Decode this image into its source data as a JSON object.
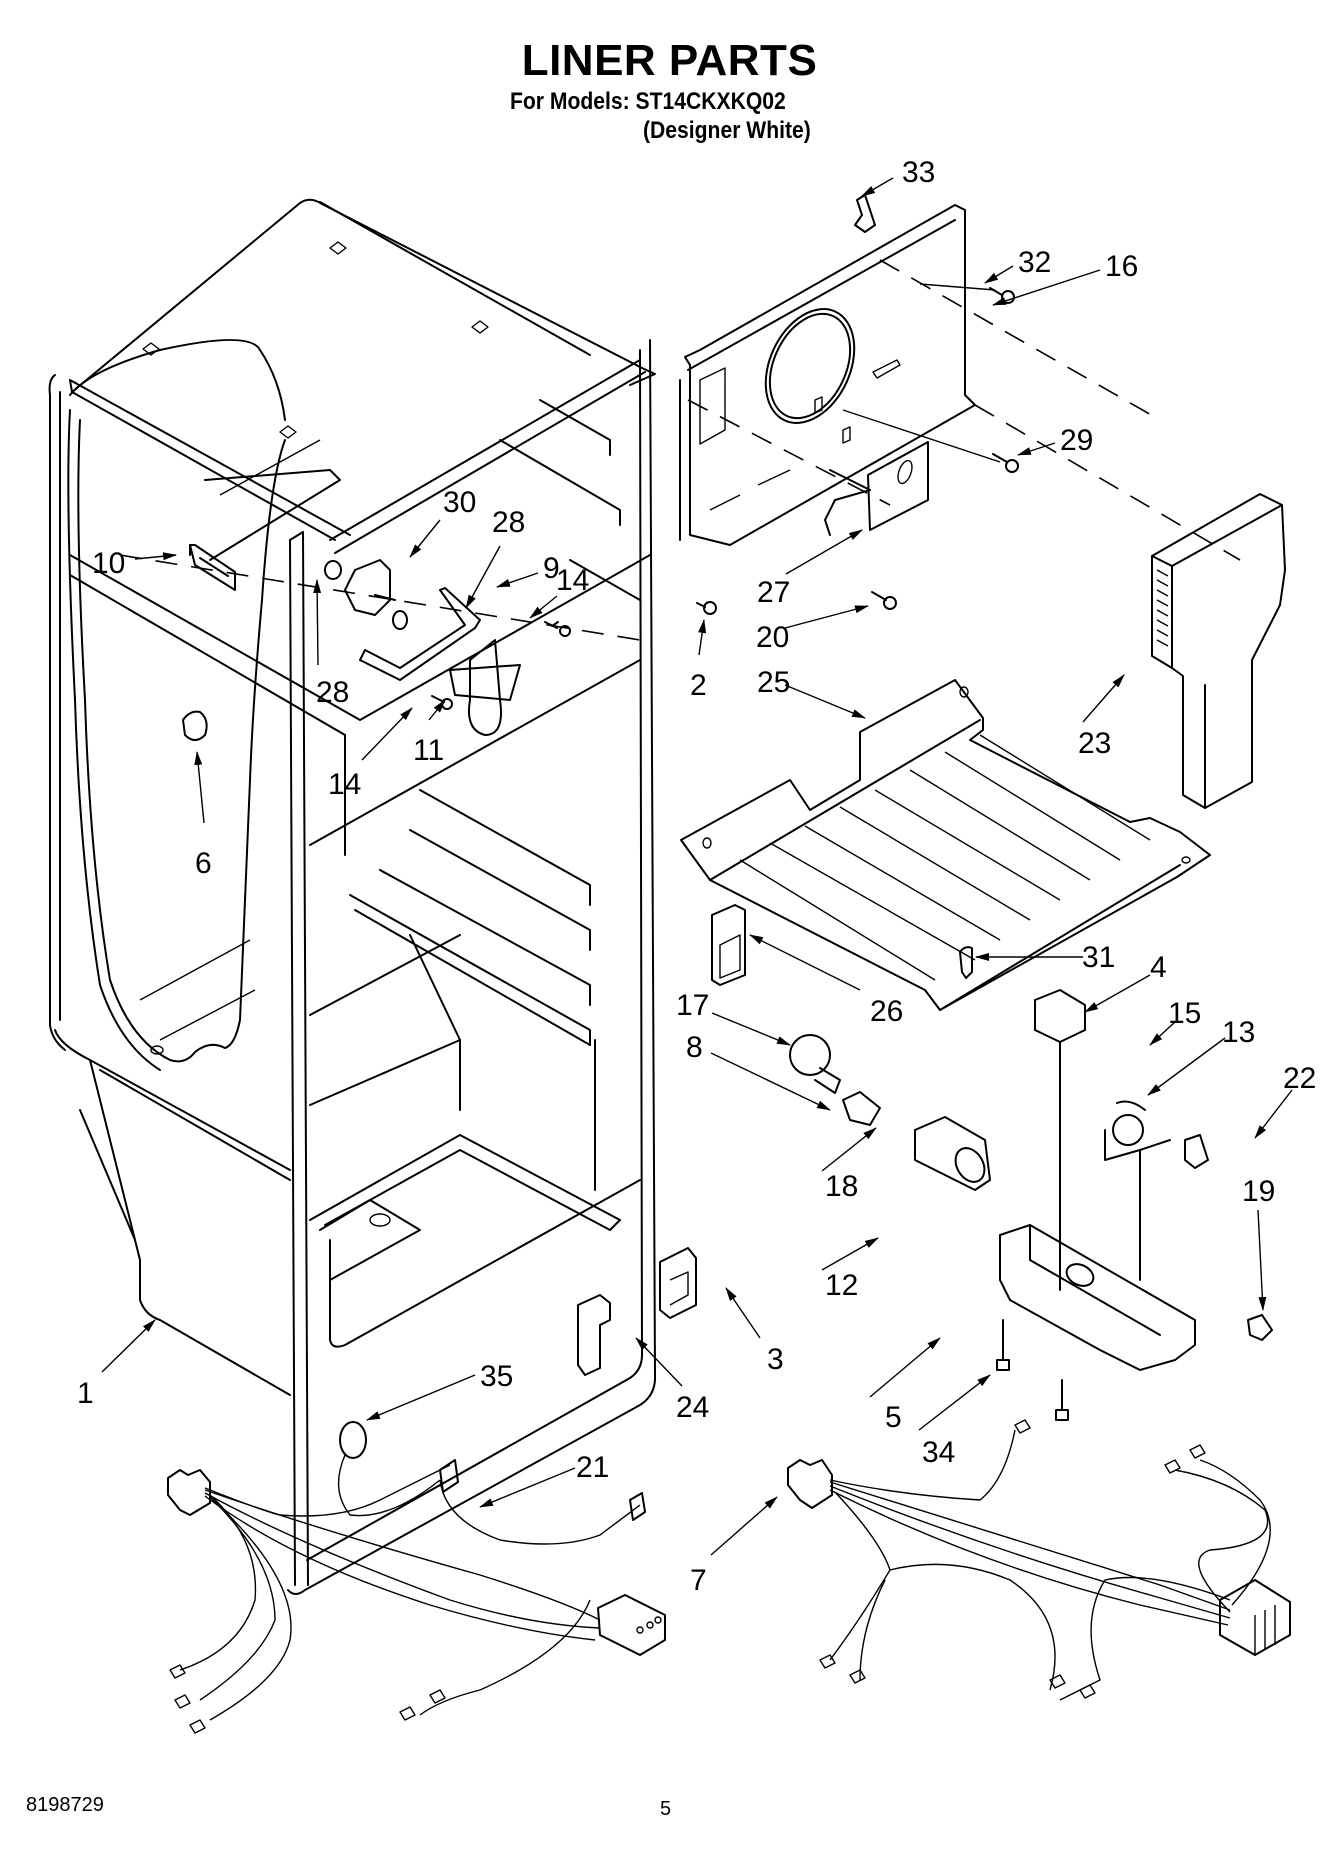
{
  "header": {
    "title": "LINER PARTS",
    "models_line": "For Models: ST14CKXKQ02",
    "color_line": "(Designer White)"
  },
  "callouts": [
    {
      "id": "c33",
      "label": "33"
    },
    {
      "id": "c32",
      "label": "32"
    },
    {
      "id": "c16",
      "label": "16"
    },
    {
      "id": "c29",
      "label": "29"
    },
    {
      "id": "c30",
      "label": "30"
    },
    {
      "id": "c28a",
      "label": "28"
    },
    {
      "id": "c10",
      "label": "10"
    },
    {
      "id": "c9",
      "label": "9"
    },
    {
      "id": "c14a",
      "label": "14"
    },
    {
      "id": "c27",
      "label": "27"
    },
    {
      "id": "c20",
      "label": "20"
    },
    {
      "id": "c2",
      "label": "2"
    },
    {
      "id": "c25",
      "label": "25"
    },
    {
      "id": "c23",
      "label": "23"
    },
    {
      "id": "c28b",
      "label": "28"
    },
    {
      "id": "c14b",
      "label": "14"
    },
    {
      "id": "c11",
      "label": "11"
    },
    {
      "id": "c6",
      "label": "6"
    },
    {
      "id": "c31",
      "label": "31"
    },
    {
      "id": "c4",
      "label": "4"
    },
    {
      "id": "c26",
      "label": "26"
    },
    {
      "id": "c15",
      "label": "15"
    },
    {
      "id": "c17",
      "label": "17"
    },
    {
      "id": "c13",
      "label": "13"
    },
    {
      "id": "c8",
      "label": "8"
    },
    {
      "id": "c22",
      "label": "22"
    },
    {
      "id": "c18",
      "label": "18"
    },
    {
      "id": "c12",
      "label": "12"
    },
    {
      "id": "c19",
      "label": "19"
    },
    {
      "id": "c3",
      "label": "3"
    },
    {
      "id": "c24",
      "label": "24"
    },
    {
      "id": "c1",
      "label": "1"
    },
    {
      "id": "c5",
      "label": "5"
    },
    {
      "id": "c34",
      "label": "34"
    },
    {
      "id": "c35",
      "label": "35"
    },
    {
      "id": "c21",
      "label": "21"
    },
    {
      "id": "c7",
      "label": "7"
    }
  ],
  "footer": {
    "document_number": "8198729",
    "page_number": "5"
  }
}
